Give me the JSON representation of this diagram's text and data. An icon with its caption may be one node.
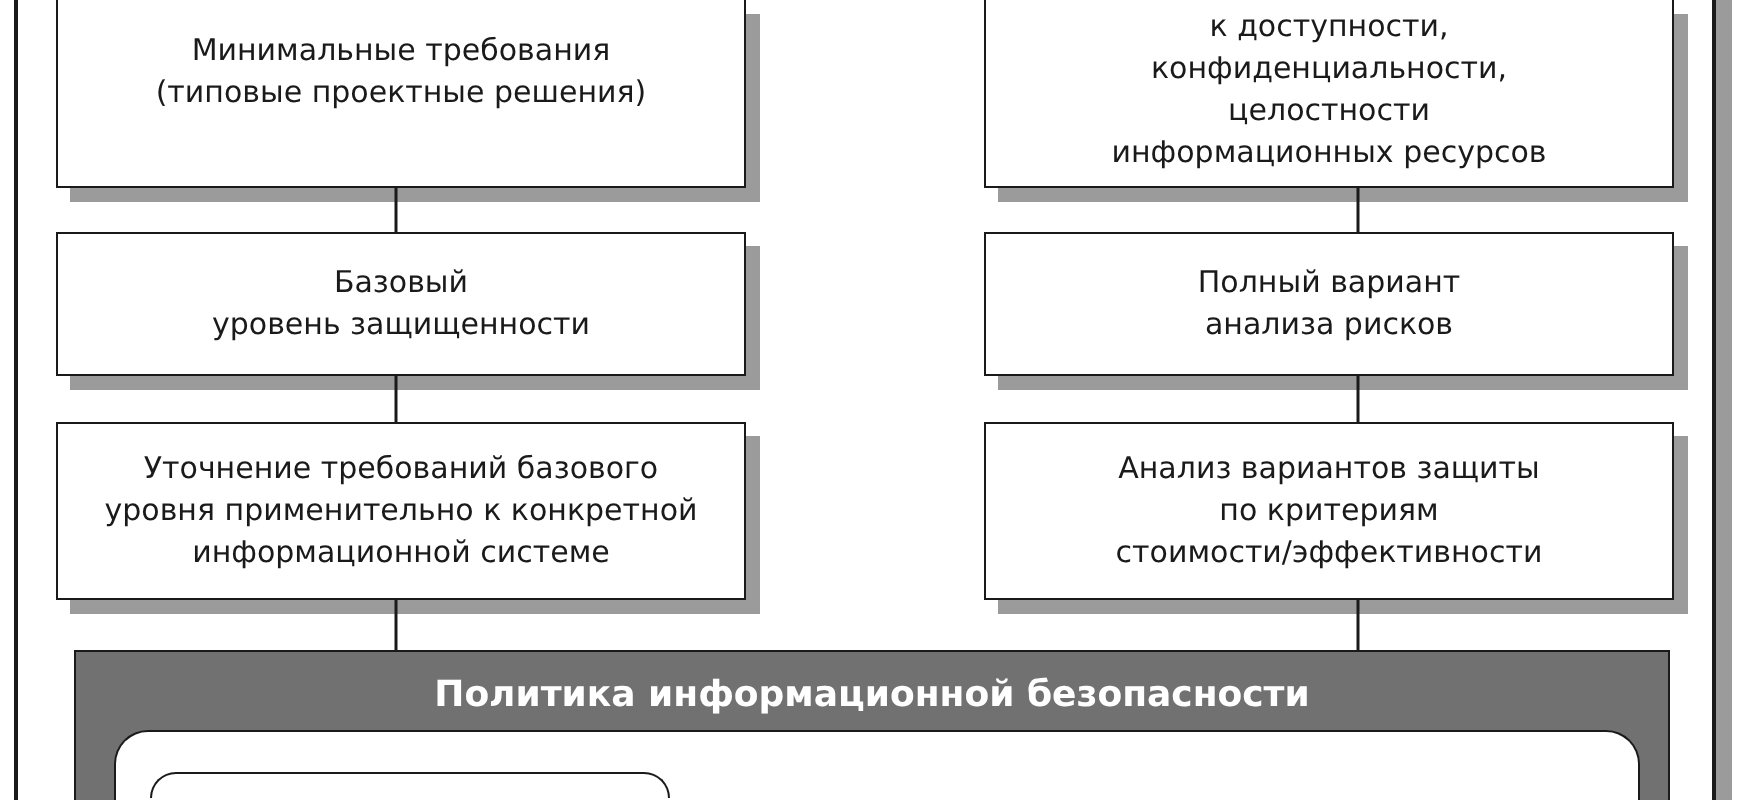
{
  "diagram": {
    "nodes": [
      {
        "text": [],
        "shape": "box"
      },
      {
        "text": [
          "Минимальные требования (типовые проектные решения)"
        ],
        "in": 0
      },
      {
        "text": [
          "к доступности, конфиденциальности, целостности информационных ресурсов"
        ],
        "in": 0
      },
      {
        "text": [
          "Базовый уровень защищенности"
        ],
        "in": 0
      },
      {
        "text": [
          "Полный вариант анализа рисков"
        ],
        "in": 0
      },
      {
        "text": [
          "Уточнение требований базового уровня применительно к конкретной информационной системе"
        ],
        "in": 0
      },
      {
        "text": [
          "Анализ вариантов защиты по критериям стоимости/эффективности"
        ],
        "in": 0
      },
      {
        "text": [
          "Политика информационной безопасности"
        ],
        "in": 0
      },
      {
        "text": [],
        "shape": "box",
        "in": 7
      },
      {
        "text": [],
        "shape": "box",
        "in": 8
      }
    ],
    "edges": [
      {
        "from": 1,
        "to": 3,
        "arrow": "none"
      },
      {
        "from": 3,
        "to": 5,
        "arrow": "none"
      },
      {
        "from": 5,
        "to": 7,
        "arrow": "none"
      },
      {
        "from": 2,
        "to": 4,
        "arrow": "none"
      },
      {
        "from": 4,
        "to": 6,
        "arrow": "none"
      },
      {
        "from": 6,
        "to": 7,
        "arrow": "none"
      }
    ]
  }
}
